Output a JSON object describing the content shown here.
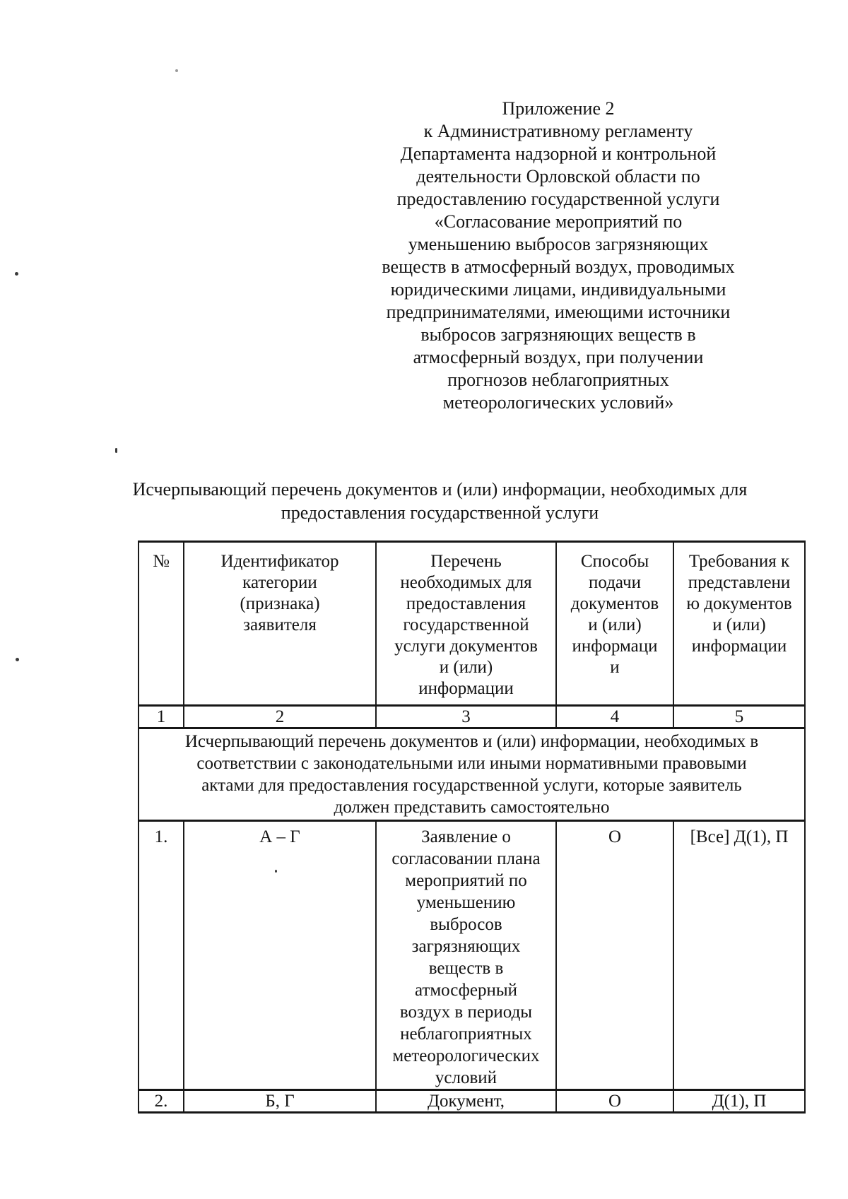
{
  "colors": {
    "background": "#ffffff",
    "text": "#141414",
    "table_border": "#1b1b1b"
  },
  "appendix_header": {
    "text": "Приложение 2\nк Административному регламенту\nДепартамента надзорной и контрольной\nдеятельности Орловской области по\nпредоставлению государственной услуги\n«Согласование мероприятий по\nуменьшению выбросов загрязняющих\nвеществ в атмосферный воздух, проводимых\nюридическими лицами, индивидуальными\nпредпринимателями, имеющими источники\nвыбросов загрязняющих веществ в\nатмосферный воздух, при получении\nпрогнозов неблагоприятных\nметеорологических условий»"
  },
  "title": {
    "text": "Исчерпывающий перечень документов и (или) информации, необходимых для\nпредоставления государственной услуги"
  },
  "table": {
    "headers": [
      "№",
      "Идентификатор\nкатегории\n(признака)\nзаявителя",
      "Перечень\nнеобходимых для\nпредоставления\nгосударственной\nуслуги документов\nи (или)\nинформации",
      "Способы\nподачи\nдокументов\nи (или)\nинформаци\nи",
      "Требования к\nпредставлени\nю документов\nи (или)\nинформации"
    ],
    "number_row": [
      "1",
      "2",
      "3",
      "4",
      "5"
    ],
    "section_header": "Исчерпывающий перечень документов и (или) информации, необходимых в\nсоответствии с законодательными или иными нормативными правовыми\nактами для предоставления государственной услуги, которые заявитель\nдолжен представить самостоятельно",
    "rows": [
      {
        "num": "1.",
        "category": "А – Г",
        "documents": "Заявление о\nсогласовании плана\nмероприятий по\nуменьшению\nвыбросов\nзагрязняющих\nвеществ в\nатмосферный\nвоздух в периоды\nнеблагоприятных\nметеорологических\nусловий",
        "submission": "О",
        "requirements": "[Все] Д(1), П"
      },
      {
        "num": "2.",
        "category": "Б, Г",
        "documents": "Документ,",
        "submission": "О",
        "requirements": "Д(1), П"
      }
    ]
  }
}
